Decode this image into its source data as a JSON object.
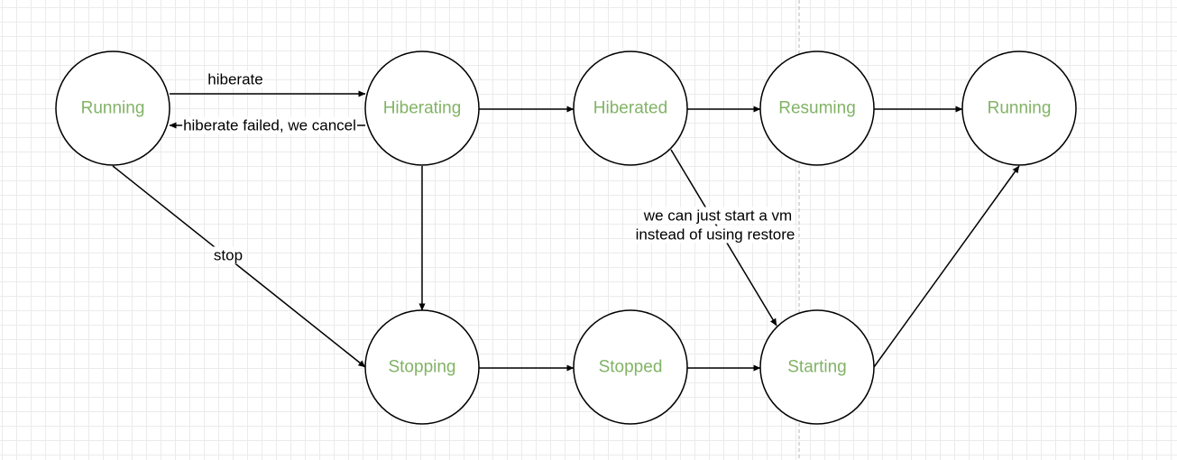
{
  "colors": {
    "state_text": "#82b366",
    "stroke": "#000000",
    "grid": "#ebebeb",
    "background": "#ffffff"
  },
  "states": [
    {
      "id": "running_1",
      "label": "Running"
    },
    {
      "id": "hiberating",
      "label": "Hiberating"
    },
    {
      "id": "hiberated",
      "label": "Hiberated"
    },
    {
      "id": "resuming",
      "label": "Resuming"
    },
    {
      "id": "running_2",
      "label": "Running"
    },
    {
      "id": "stopping",
      "label": "Stopping"
    },
    {
      "id": "stopped",
      "label": "Stopped"
    },
    {
      "id": "starting",
      "label": "Starting"
    }
  ],
  "transitions": [
    {
      "id": "running-to-hiberating",
      "from": "running_1",
      "to": "hiberating",
      "lines": [
        "hiberate"
      ]
    },
    {
      "id": "hiberating-to-running",
      "from": "hiberating",
      "to": "running_1",
      "lines": [
        "hiberate failed, we cancel"
      ]
    },
    {
      "id": "hiberating-to-hiberated",
      "from": "hiberating",
      "to": "hiberated",
      "lines": []
    },
    {
      "id": "hiberated-to-resuming",
      "from": "hiberated",
      "to": "resuming",
      "lines": []
    },
    {
      "id": "resuming-to-running",
      "from": "resuming",
      "to": "running_2",
      "lines": []
    },
    {
      "id": "running-to-stopping",
      "from": "running_1",
      "to": "stopping",
      "lines": [
        "stop"
      ]
    },
    {
      "id": "hiberating-to-stopping",
      "from": "hiberating",
      "to": "stopping",
      "lines": []
    },
    {
      "id": "stopping-to-stopped",
      "from": "stopping",
      "to": "stopped",
      "lines": []
    },
    {
      "id": "stopped-to-starting",
      "from": "stopped",
      "to": "starting",
      "lines": []
    },
    {
      "id": "hiberated-to-starting",
      "from": "hiberated",
      "to": "starting",
      "lines": [
        "we can just start a vm",
        "instead of using restore"
      ]
    },
    {
      "id": "starting-to-running",
      "from": "starting",
      "to": "running_2",
      "lines": []
    }
  ]
}
